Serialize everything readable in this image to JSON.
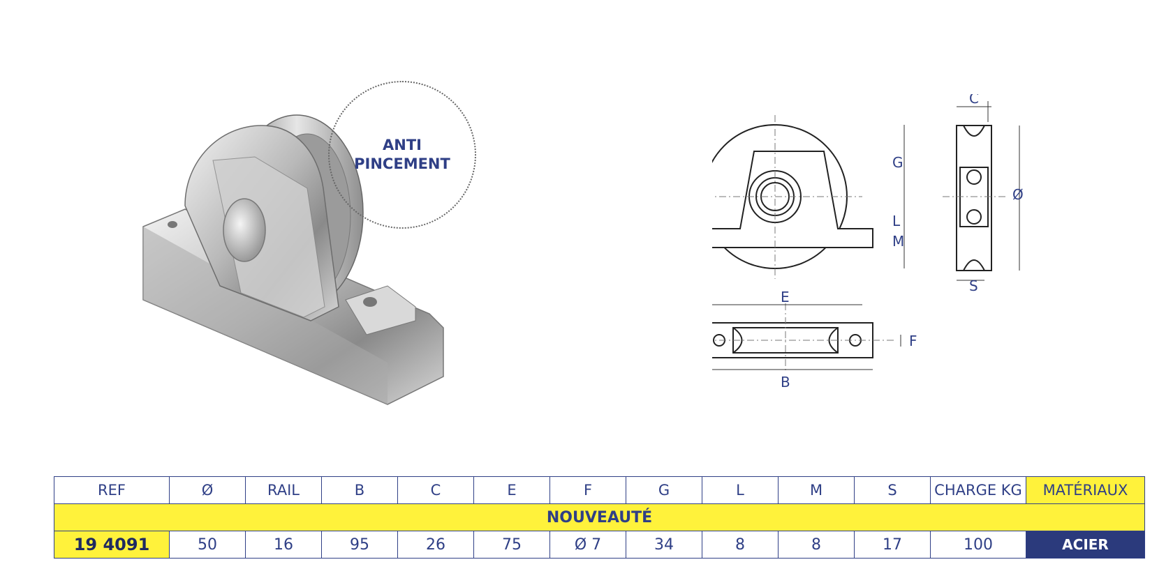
{
  "badge": {
    "line1": "ANTI",
    "line2": "PINCEMENT"
  },
  "drawing_labels": {
    "g": "G",
    "l": "L",
    "m": "M",
    "c": "C",
    "diameter": "Ø",
    "s": "S",
    "e": "E",
    "f": "F",
    "b": "B"
  },
  "table": {
    "headers": [
      "REF",
      "Ø",
      "RAIL",
      "B",
      "C",
      "E",
      "F",
      "G",
      "L",
      "M",
      "S",
      "CHARGE KG",
      "MATÉRIAUX"
    ],
    "banner": "NOUVEAUTÉ",
    "row": [
      "19 4091",
      "50",
      "16",
      "95",
      "26",
      "75",
      "Ø 7",
      "34",
      "8",
      "8",
      "17",
      "100",
      "ACIER"
    ]
  },
  "colors": {
    "navy": "#2b3a7c",
    "yellow": "#fff23b",
    "text": "#2f3f86"
  }
}
